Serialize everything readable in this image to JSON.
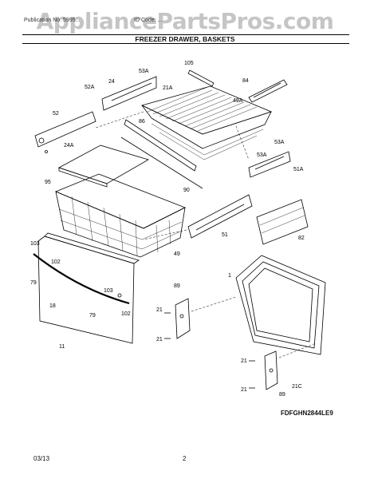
{
  "watermark": "AppliancePartsPros.com",
  "header": {
    "left": "Publication No. 5995...",
    "right": "ID Code: ..."
  },
  "title": "FREEZER DRAWER, BASKETS",
  "labels": [
    "105",
    "84",
    "53A",
    "24",
    "52A",
    "21A",
    "49A",
    "86",
    "52",
    "24A",
    "53A",
    "53A",
    "51A",
    "95",
    "90",
    "51",
    "82",
    "49",
    "103",
    "102",
    "79",
    "1",
    "89",
    "103",
    "18",
    "79",
    "102",
    "21",
    "21",
    "11",
    "21",
    "21",
    "21C",
    "89"
  ],
  "diagram_code": "FDFGHN2844LE9",
  "footer": {
    "date": "03/13",
    "page": "2"
  }
}
